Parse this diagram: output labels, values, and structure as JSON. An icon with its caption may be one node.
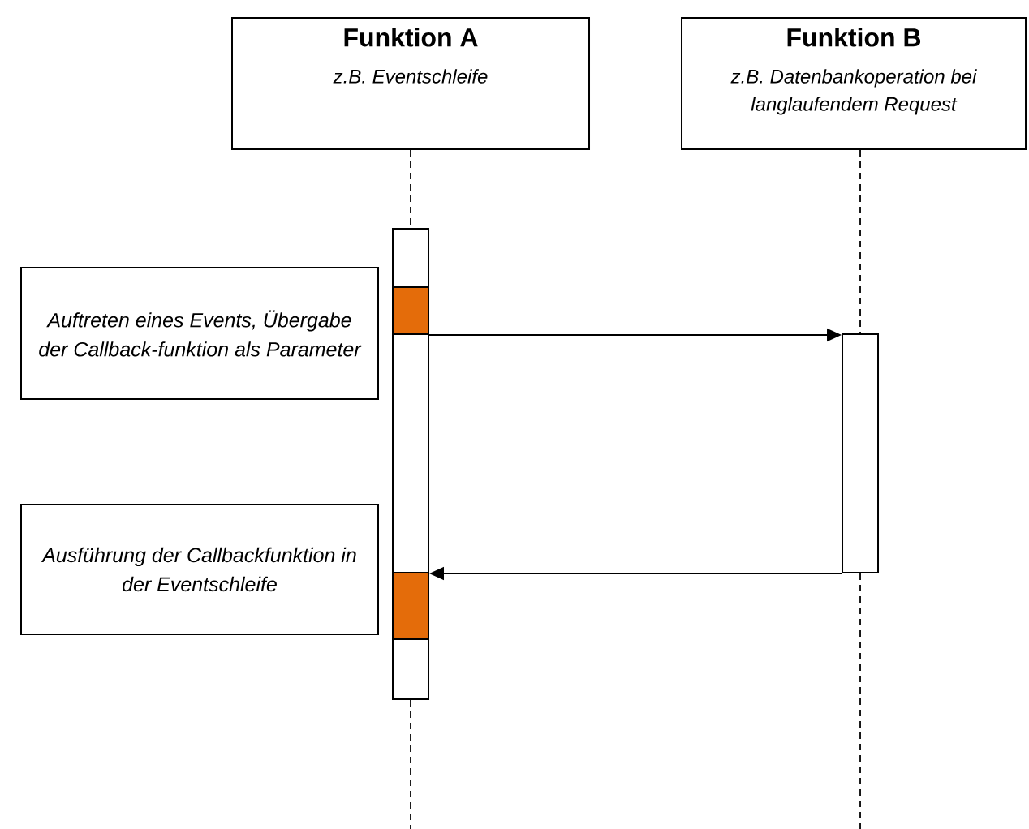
{
  "diagram": {
    "nodes": [
      {
        "text": [
          "Funktion A",
          "z.B. Eventschleife"
        ]
      },
      {
        "text": [
          "Funktion B",
          "z.B. Datenbankoperation bei langlaufendem Request"
        ]
      },
      {
        "text": [],
        "shape": "bar"
      },
      {
        "text": [],
        "shape": "box",
        "in": 2
      },
      {
        "text": [
          "Auftreten eines Events, Übergabe der Callback-funktion als Parameter"
        ]
      },
      {
        "text": [],
        "shape": "bar"
      },
      {
        "text": [
          "Ausführung der Callbackfunktion in der Eventschleife"
        ]
      },
      {
        "text": [],
        "shape": "box",
        "in": 2
      }
    ],
    "edges": [
      {
        "from": 0,
        "to": 2,
        "arrow": "none",
        "style": "dashed"
      },
      {
        "from": 2,
        "to": null,
        "arrow": "none",
        "style": "dashed"
      },
      {
        "from": 1,
        "to": 5,
        "arrow": "none",
        "style": "dashed"
      },
      {
        "from": 5,
        "to": null,
        "arrow": "none",
        "style": "dashed"
      },
      {
        "from": 3,
        "to": 5,
        "arrow": "to"
      },
      {
        "from": 5,
        "to": 7,
        "arrow": "to"
      }
    ]
  }
}
